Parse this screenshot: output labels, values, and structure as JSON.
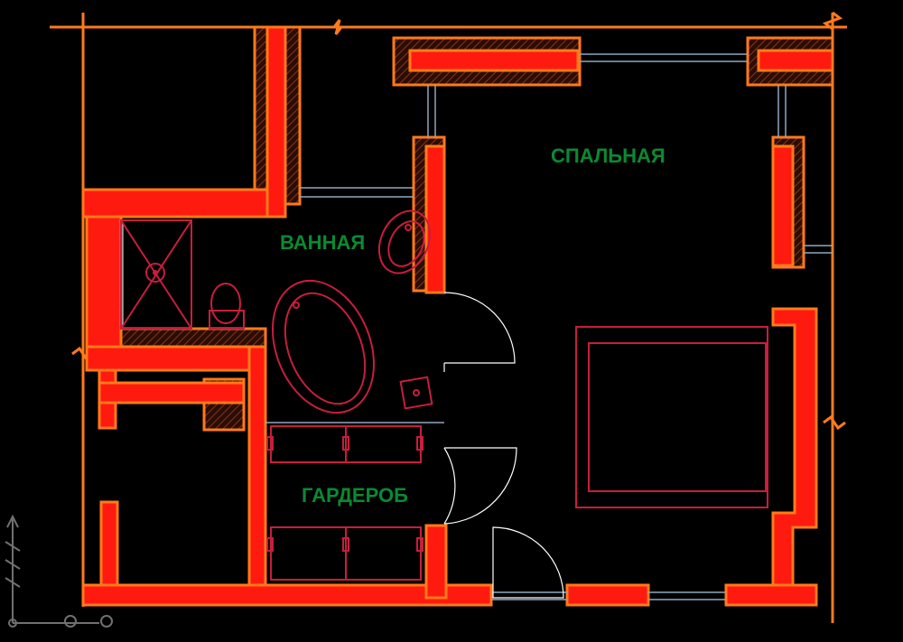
{
  "rooms": {
    "bedroom": "СПАЛЬНАЯ",
    "bathroom": "ВАННАЯ",
    "wardrobe": "ГАРДЕРОБ"
  },
  "colors": {
    "background": "#000000",
    "wall_outline": "#ff7a1a",
    "wall_fill": "#ff1a10",
    "hatch": "#6a2a14",
    "furniture": "#c81e3c",
    "label": "#0a8a32",
    "window": "#8fa8c0",
    "door_arc": "#ffffff",
    "icon": "#707070"
  },
  "icons": {
    "ucs": "ucs-icon",
    "break_marks": "break-mark-icon"
  }
}
